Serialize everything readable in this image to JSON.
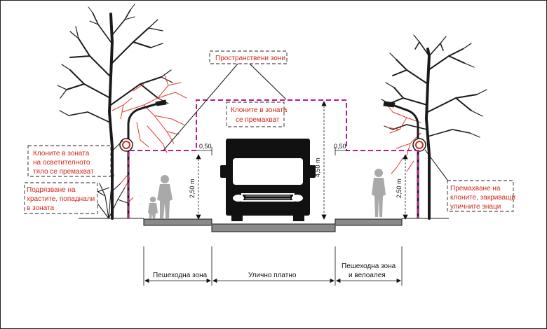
{
  "labels": {
    "spatial_zones": "Пространствени зони",
    "branches_removed": [
      "Клоните в зоната",
      "се премахват"
    ],
    "light_zone": [
      "Клоните в зоната",
      "на осветителното",
      "тяло се премахват"
    ],
    "shrub_trim": [
      "Подрязване на",
      "храстите, попаднали",
      "в зоната"
    ],
    "sign_clear": [
      "Премахване на",
      "клоните, закриващи",
      "уличните знаци"
    ]
  },
  "dimensions": {
    "gap_left": "0,50",
    "gap_right": "0,50",
    "height_left": "2,50 m",
    "height_road": "4,50 m",
    "height_right": "2,50 m"
  },
  "zones": {
    "left": [
      "Пешеходна зона"
    ],
    "center": [
      "Улично платно"
    ],
    "right": [
      "Пешеходна зона",
      "и велоалея"
    ]
  },
  "colors": {
    "zone_outline": "#c2168a",
    "annotation": "#d02a1e",
    "branches": "#e23a2a"
  }
}
